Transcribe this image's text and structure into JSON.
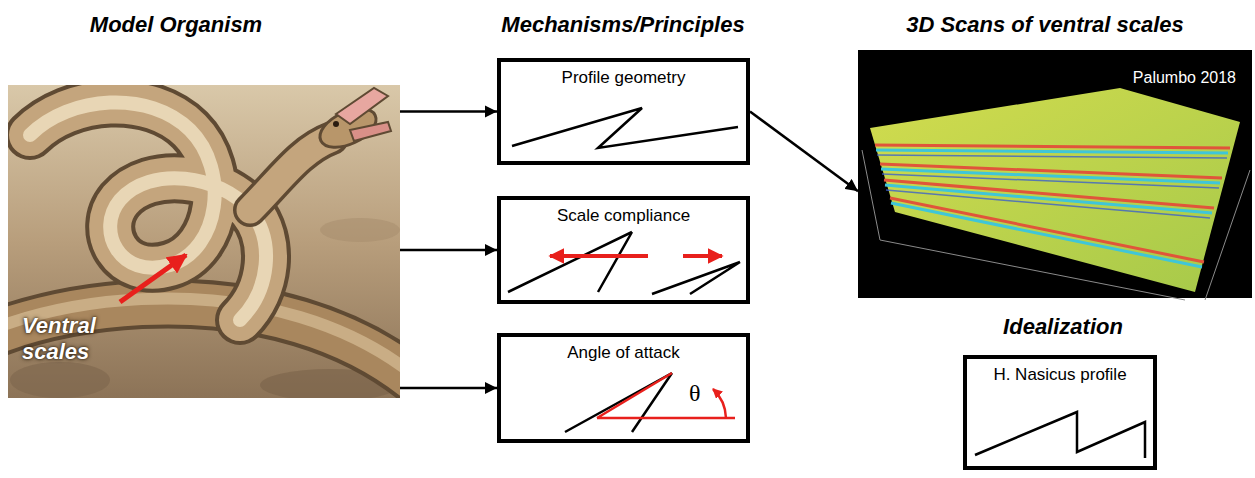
{
  "diagram": {
    "nodes": [
      {
        "text": [
          "Model Organism",
          "Ventral scales"
        ]
      },
      {
        "text": [
          "Profile geometry"
        ]
      },
      {
        "text": [
          "Scale compliance"
        ]
      },
      {
        "text": [
          "Angle of attack"
        ]
      },
      {
        "text": [
          "3D Scans of ventral scales",
          "Palumbo 2018"
        ]
      },
      {
        "text": [
          "Idealization",
          "H. Nasicus profile"
        ]
      }
    ],
    "edges": [
      {
        "from": 0,
        "to": 1,
        "arrow": "to"
      },
      {
        "from": 0,
        "to": 2,
        "arrow": "to"
      },
      {
        "from": 0,
        "to": 3,
        "arrow": "to"
      },
      {
        "from": 1,
        "to": 4,
        "arrow": "to"
      }
    ],
    "labels": [
      "Mechanisms/Principles",
      "θ"
    ]
  }
}
